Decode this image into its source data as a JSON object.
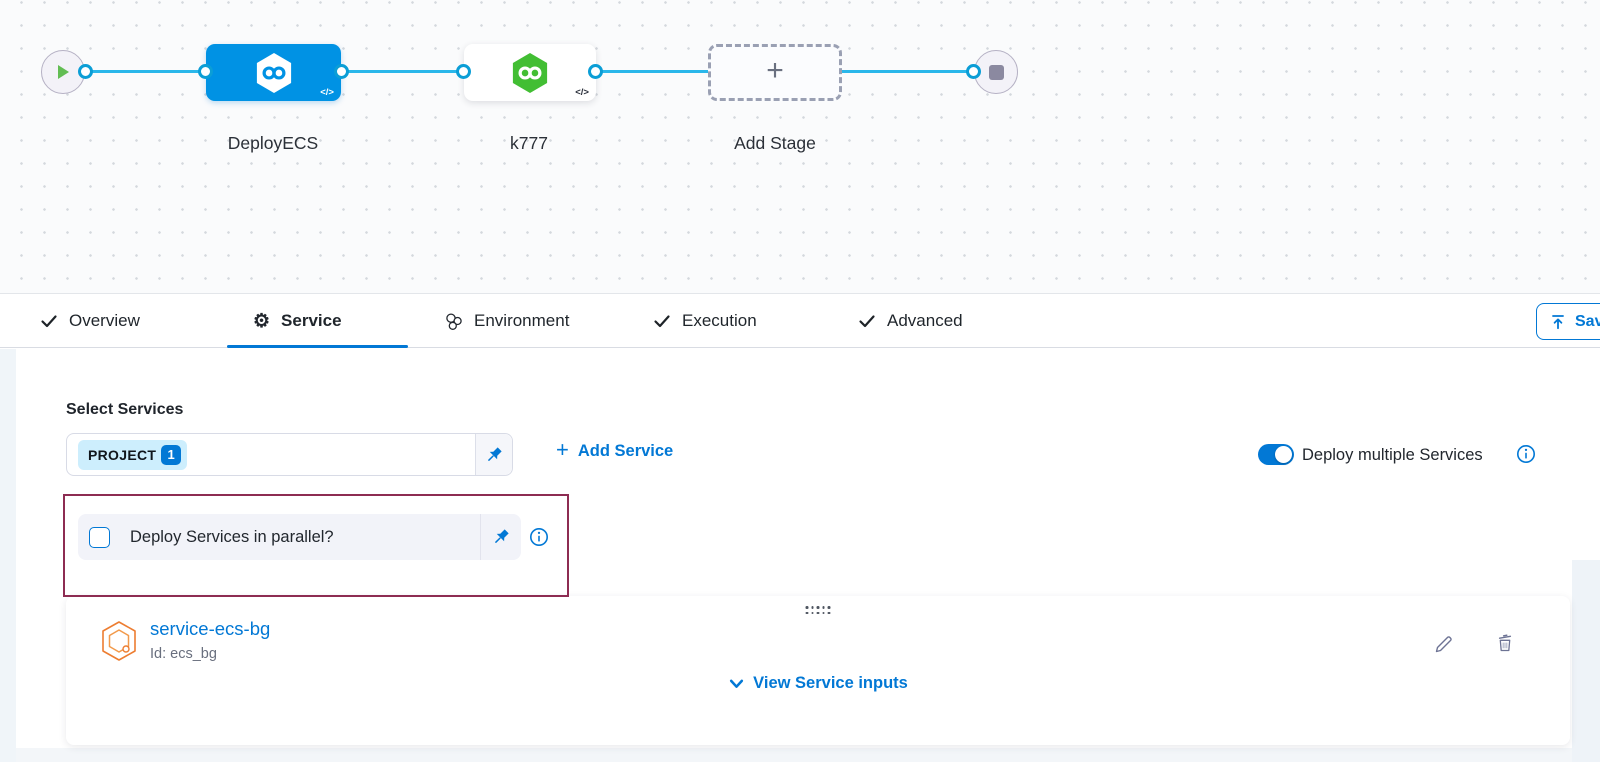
{
  "canvas": {
    "stages": [
      {
        "name": "DeployECS",
        "color": "#0092e4"
      },
      {
        "name": "k777",
        "color": "#42be33"
      }
    ],
    "add_stage_label": "Add Stage"
  },
  "icons": {
    "code": "</>",
    "plus": "+",
    "gear": "⚙︎"
  },
  "tabs": {
    "items": [
      {
        "label": "Overview"
      },
      {
        "label": "Service"
      },
      {
        "label": "Environment"
      },
      {
        "label": "Execution"
      },
      {
        "label": "Advanced"
      }
    ],
    "active": "Service",
    "save_label": "Save"
  },
  "services_panel": {
    "select_services_label": "Select Services",
    "chip_label": "PROJECT",
    "chip_count": "1",
    "add_service_label": "Add Service",
    "deploy_multiple_label": "Deploy multiple Services",
    "deploy_multiple_on": true,
    "parallel_label": "Deploy Services in parallel?",
    "parallel_checked": false
  },
  "service_card": {
    "name": "service-ecs-bg",
    "id": "Id: ecs_bg",
    "view_inputs_label": "View Service inputs"
  },
  "colors": {
    "primary_blue": "#0278d5",
    "node_blue": "#0092e4",
    "node_green": "#42be33",
    "connector_blue": "#2ab7ea",
    "highlight_maroon": "#8d2c52",
    "chip_bg": "#cdeefd"
  }
}
